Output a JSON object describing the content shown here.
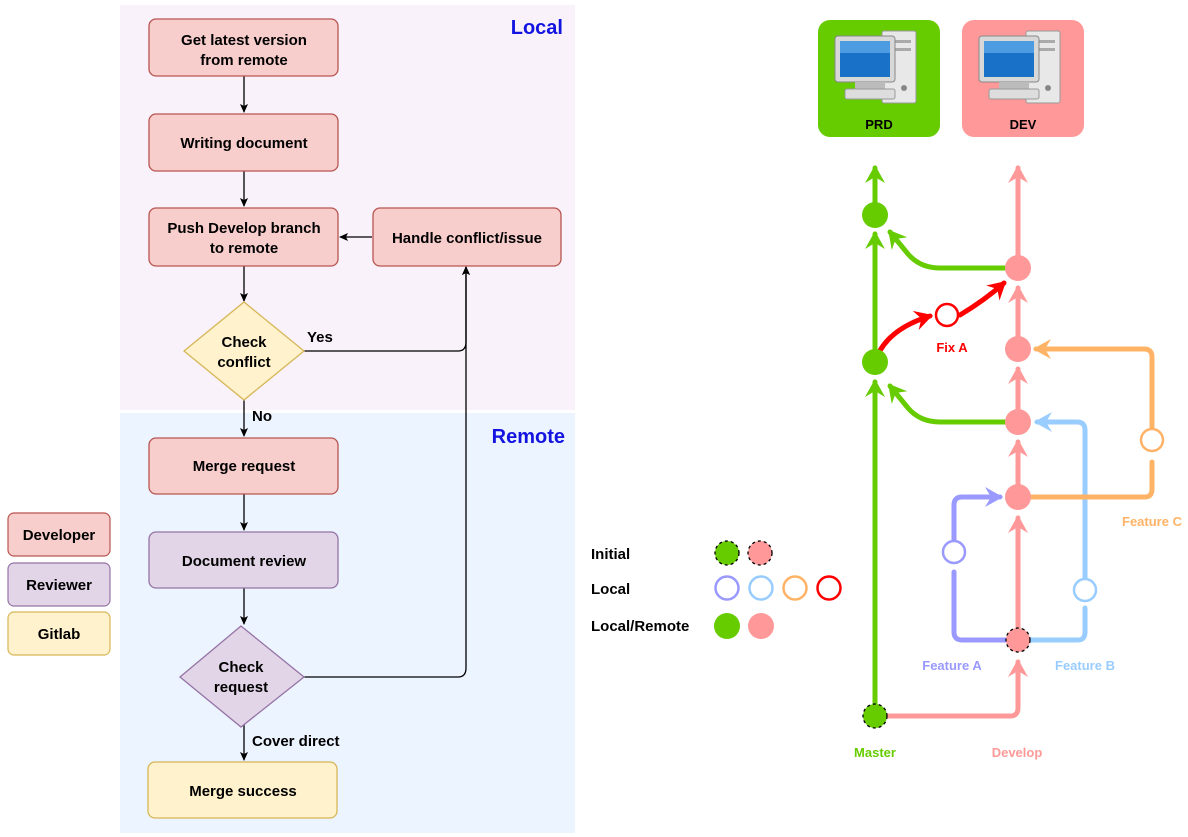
{
  "areas": {
    "local": "Local",
    "remote": "Remote"
  },
  "flow": {
    "get_latest": [
      "Get latest version",
      "from remote"
    ],
    "writing": "Writing document",
    "push": [
      "Push Develop branch",
      "to remote"
    ],
    "handle": "Handle conflict/issue",
    "check_conflict": [
      "Check",
      "conflict"
    ],
    "yes": "Yes",
    "no": "No",
    "merge_request": "Merge request",
    "document_review": "Document review",
    "check_request": [
      "Check",
      "request"
    ],
    "cover_direct": "Cover direct",
    "merge_success": "Merge success"
  },
  "roles": {
    "developer": "Developer",
    "reviewer": "Reviewer",
    "gitlab": "Gitlab"
  },
  "servers": {
    "prd": "PRD",
    "dev": "DEV"
  },
  "branches": {
    "master": "Master",
    "develop": "Develop",
    "feature_a": "Feature A",
    "feature_b": "Feature B",
    "feature_c": "Feature C",
    "fix_a": "Fix A"
  },
  "legend": {
    "initial": "Initial",
    "local": "Local",
    "local_remote": "Local/Remote"
  },
  "colors": {
    "master": "#66cc00",
    "develop": "#ff9999",
    "feature_a": "#9999ff",
    "feature_b": "#99ccff",
    "feature_c": "#ffb366",
    "fix": "#ff0000",
    "developer_fill": "#f8cecc",
    "reviewer_fill": "#e1d5e7",
    "gitlab_fill": "#fff2cc"
  }
}
